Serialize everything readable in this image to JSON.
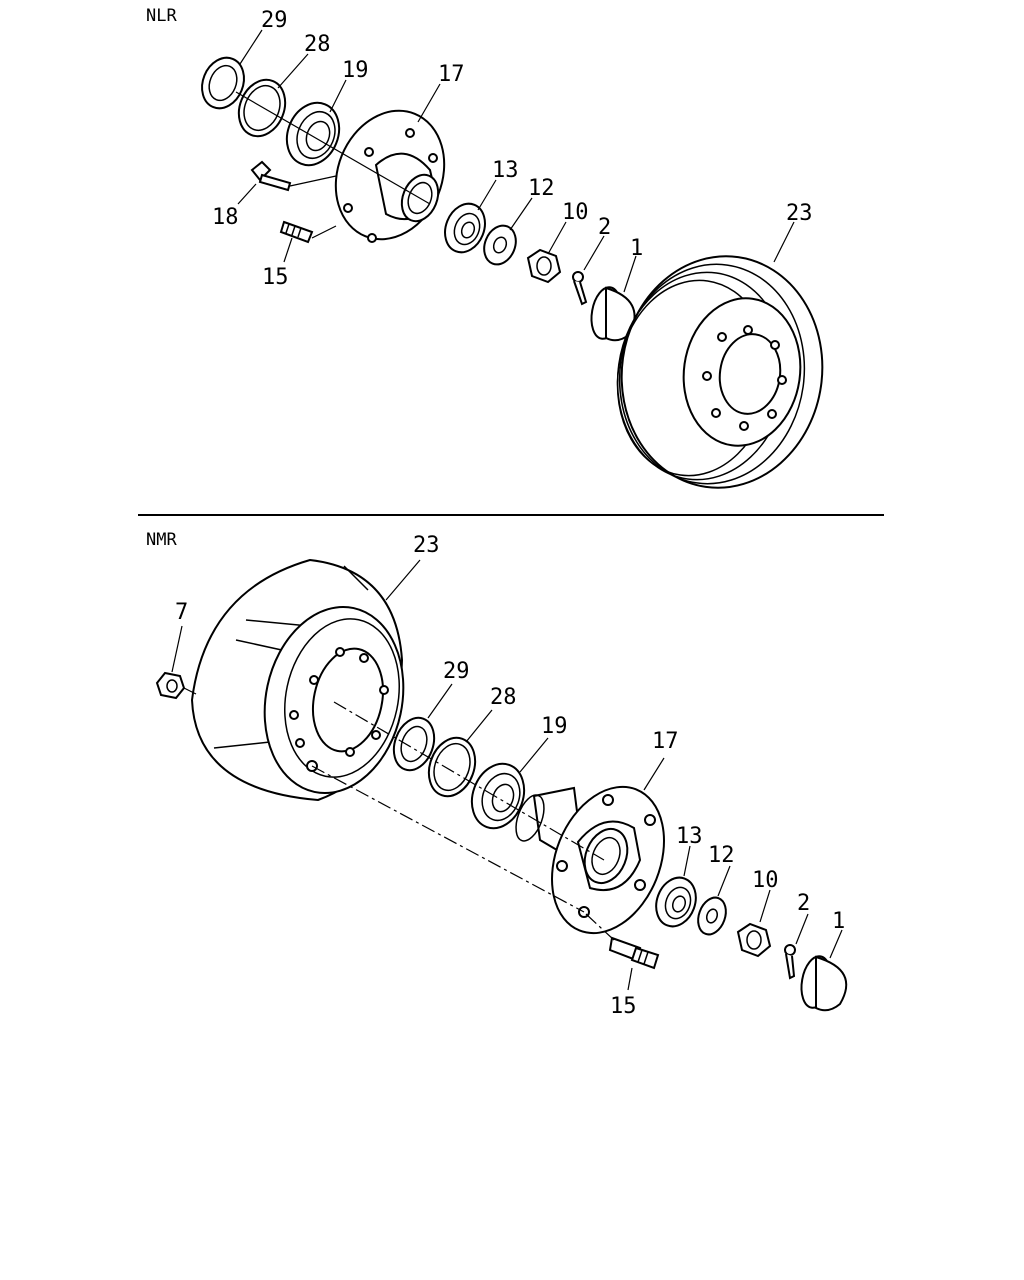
{
  "sections": [
    {
      "label": "NLR",
      "callouts": [
        "29",
        "28",
        "19",
        "17",
        "13",
        "12",
        "10",
        "2",
        "1",
        "23",
        "18",
        "15"
      ]
    },
    {
      "label": "NMR",
      "callouts": [
        "23",
        "7",
        "29",
        "28",
        "19",
        "17",
        "13",
        "12",
        "10",
        "2",
        "1",
        "15"
      ]
    }
  ]
}
